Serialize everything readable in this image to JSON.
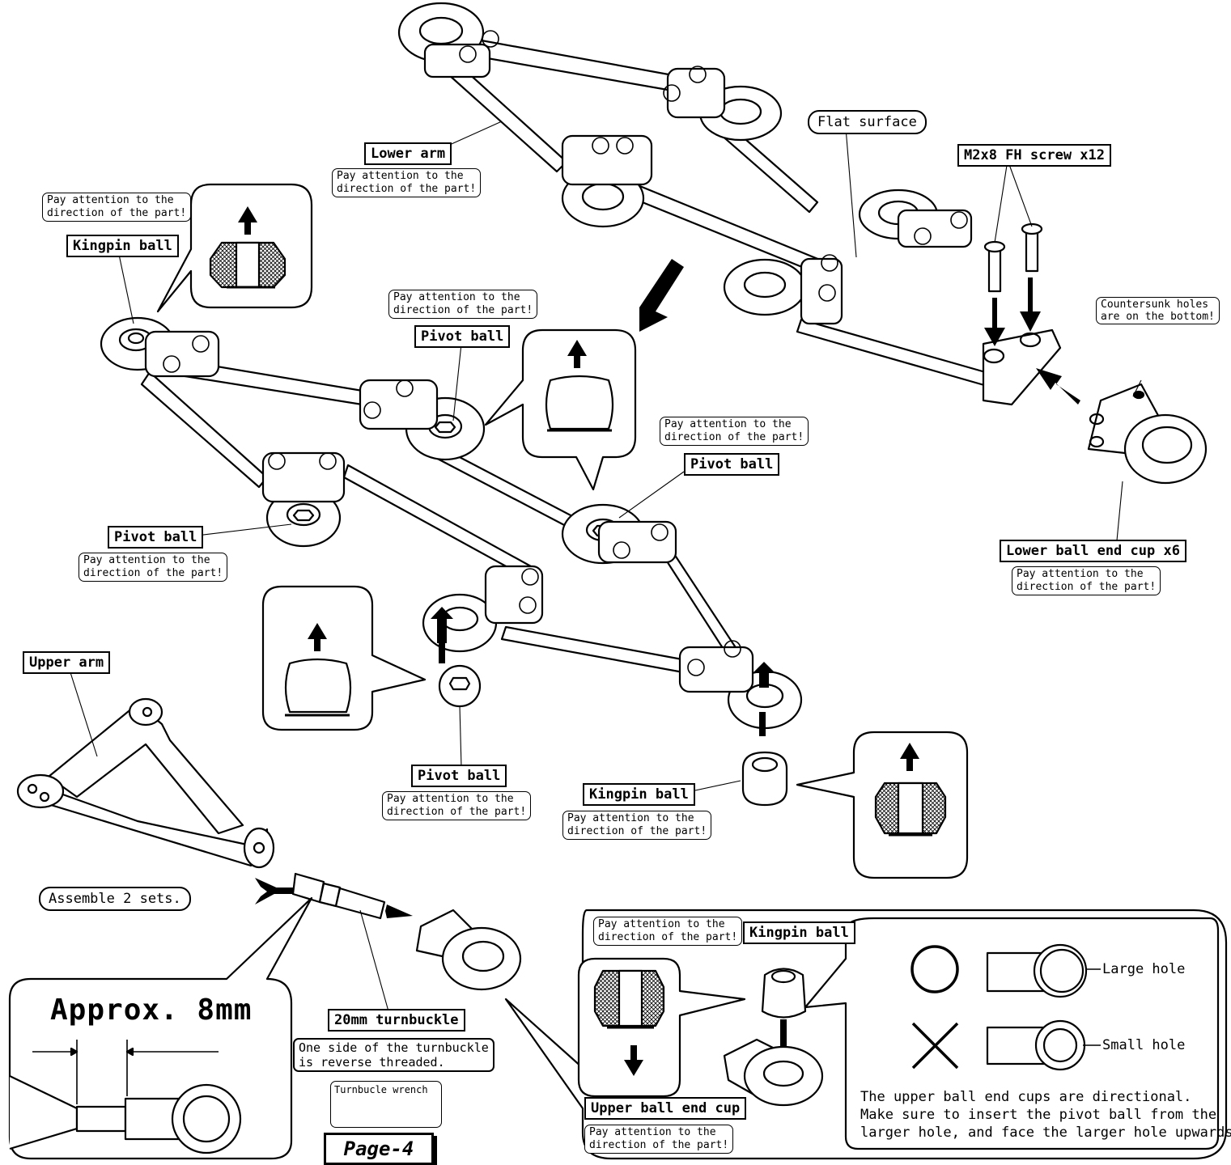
{
  "labels": {
    "lower_arm": "Lower arm",
    "flat_surface": "Flat surface",
    "screw": "M2x8 FH screw x12",
    "kingpin_ball": "Kingpin ball",
    "pivot_ball": "Pivot ball",
    "countersunk_line1": "Countersunk holes",
    "countersunk_line2": "are on the bottom!",
    "lower_cup": "Lower ball end cup x6",
    "upper_arm": "Upper arm",
    "assemble": "Assemble 2 sets.",
    "approx": "Approx. 8mm",
    "turnbuckle": "20mm turnbuckle",
    "reverse_line1": "One side of the turnbuckle",
    "reverse_line2": "is reverse threaded.",
    "wrench": "Turnbucle wrench",
    "upper_cup": "Upper ball end cup",
    "large_hole": "Large hole",
    "small_hole": "Small hole",
    "explain_line1": "The upper ball end cups are directional.",
    "explain_line2": "Make sure to insert the pivot ball from the",
    "explain_line3": "larger hole, and face the larger hole upwards.",
    "page": "Page-4"
  },
  "notes": {
    "direction": "Pay attention to the\ndirection of the part!"
  },
  "icons": {
    "correct": "circle-correct-icon",
    "wrong": "cross-wrong-icon",
    "arrow": "up-arrow-icon",
    "screw": "flat-head-screw-icon"
  }
}
